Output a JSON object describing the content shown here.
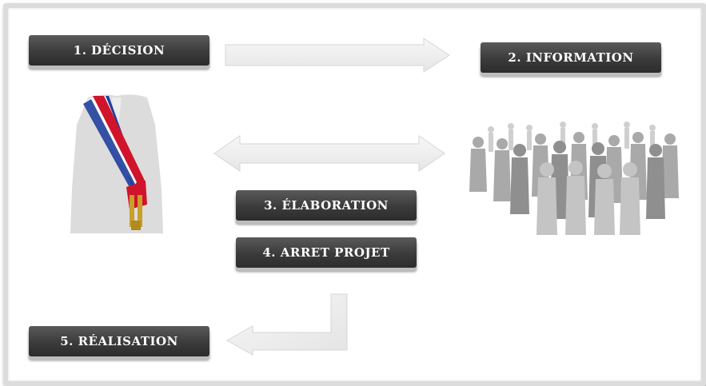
{
  "steps": {
    "decision": "1. DÉCISION",
    "information": "2. INFORMATION",
    "elaboration": "3. ÉLABORATION",
    "arret_projet": "4. ARRET PROJET",
    "realisation": "5. RÉALISATION"
  },
  "icons": {
    "mayor": "mayor-sash-icon",
    "crowd": "crowd-people-icon"
  },
  "colors": {
    "button": "#3b3b3b",
    "arrow": "#f0f0f0",
    "sash_blue": "#1f3e9c",
    "sash_white": "#ffffff",
    "sash_red": "#d0142b",
    "tassel": "#c8a02a"
  }
}
